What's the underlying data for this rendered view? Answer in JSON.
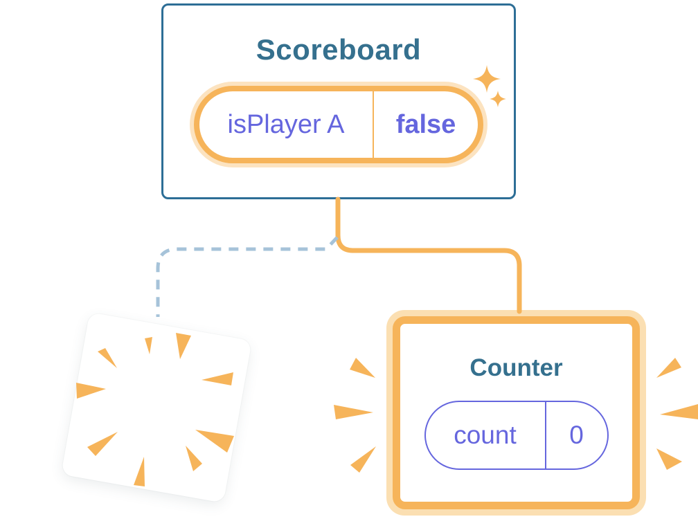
{
  "colors": {
    "border-blue": "#2D6E96",
    "teal": "#35708E",
    "orange": "#F6B45A",
    "orange-glow": "#FCE3C0",
    "orange-soft": "#FBDFB2",
    "purple": "#6566DE",
    "dash-blue": "#A6C3D9"
  },
  "scoreboard": {
    "title": "Scoreboard",
    "state": {
      "key": "isPlayer A",
      "value": "false"
    }
  },
  "counter": {
    "title": "Counter",
    "state": {
      "key": "count",
      "value": "0"
    }
  },
  "icons": {
    "sparkle_large": "sparkle-icon",
    "sparkle_small": "sparkle-icon",
    "burst": "burst-rays",
    "poof": "poof-rays"
  }
}
